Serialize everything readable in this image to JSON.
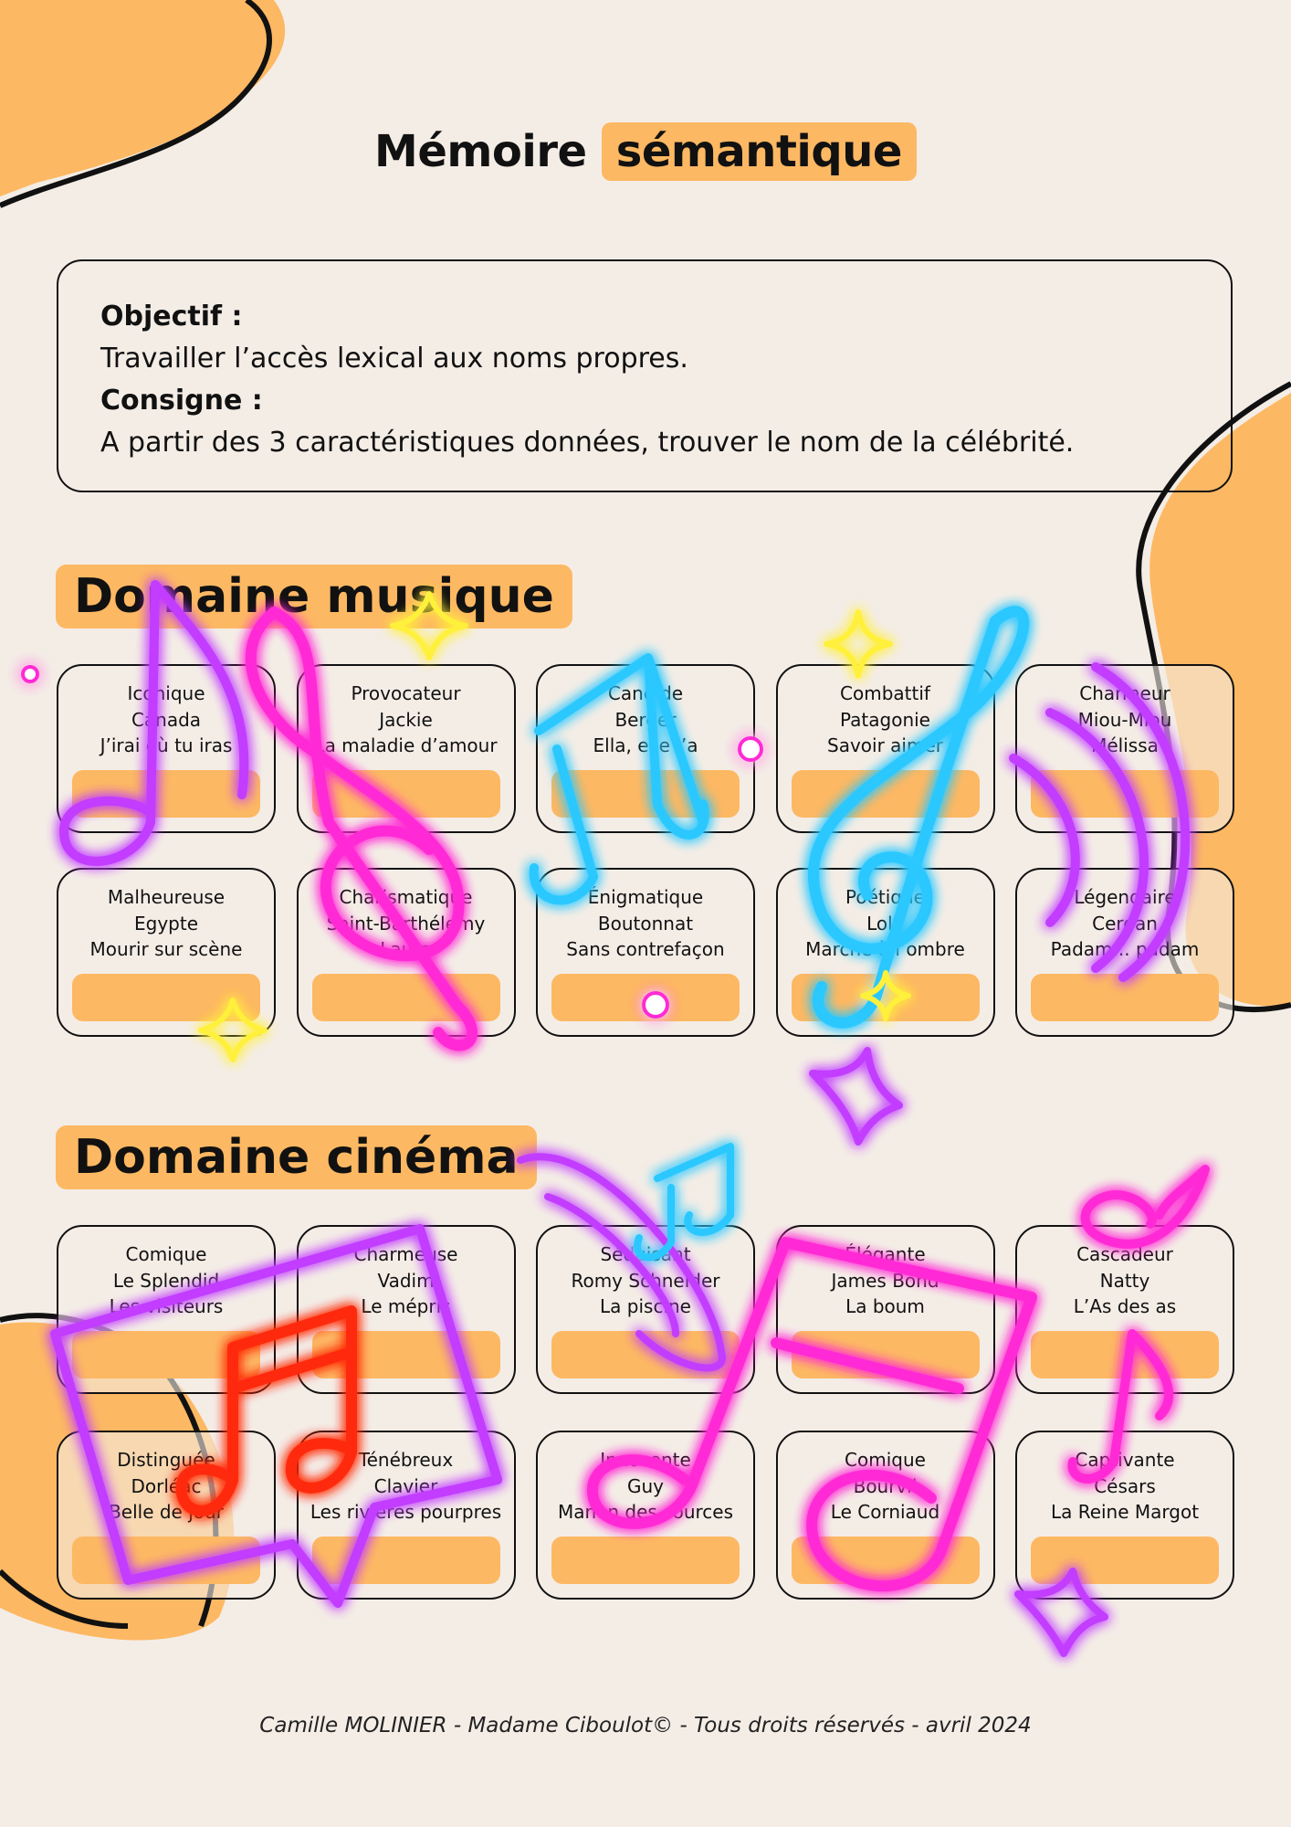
{
  "title": {
    "part1": "Mémoire",
    "part2": "sémantique"
  },
  "instructions": {
    "objective_label": "Objectif :",
    "objective_text": "Travailler l’accès lexical aux noms propres.",
    "instruction_label": "Consigne :",
    "instruction_text": "A partir des 3 caractéristiques données, trouver le nom de la célébrité."
  },
  "sections": [
    {
      "heading": "Domaine musique",
      "cards": [
        {
          "lines": [
            "Iconique",
            "Canada",
            "J’irai où tu iras"
          ]
        },
        {
          "lines": [
            "Provocateur",
            "Jackie",
            "La maladie d’amour"
          ]
        },
        {
          "lines": [
            "Candide",
            "Berger",
            "Ella, elle l’a"
          ]
        },
        {
          "lines": [
            "Combattif",
            "Patagonie",
            "Savoir aimer"
          ]
        },
        {
          "lines": [
            "Charmeur",
            "Miou-Miou",
            "Mélissa"
          ]
        },
        {
          "lines": [
            "Malheureuse",
            "Egypte",
            "Mourir sur scène"
          ]
        },
        {
          "lines": [
            "Charismatique",
            "Saint-Barthélemy",
            "Laura"
          ]
        },
        {
          "lines": [
            "Énigmatique",
            "Boutonnat",
            "Sans contrefaçon"
          ]
        },
        {
          "lines": [
            "Poétique",
            "Lola",
            "Marche à l’ombre"
          ]
        },
        {
          "lines": [
            "Légendaire",
            "Cerdan",
            "Padam... padam"
          ]
        }
      ]
    },
    {
      "heading": "Domaine cinéma",
      "cards": [
        {
          "lines": [
            "Comique",
            "Le Splendid",
            "Les visiteurs"
          ]
        },
        {
          "lines": [
            "Charmeuse",
            "Vadim",
            "Le mépris"
          ]
        },
        {
          "lines": [
            "Séduisant",
            "Romy Schneider",
            "La piscine"
          ]
        },
        {
          "lines": [
            "Élégante",
            "James Bond",
            "La boum"
          ]
        },
        {
          "lines": [
            "Cascadeur",
            "Natty",
            "L’As des as"
          ]
        },
        {
          "lines": [
            "Distinguée",
            "Dorléac",
            "Belle de jour"
          ]
        },
        {
          "lines": [
            "Ténébreux",
            "Clavier",
            "Les rivières pourpres"
          ]
        },
        {
          "lines": [
            "Innocente",
            "Guy",
            "Manon des sources"
          ]
        },
        {
          "lines": [
            "Comique",
            "Bourvil",
            "Le Corniaud"
          ]
        },
        {
          "lines": [
            "Captivante",
            "Césars",
            "La Reine Margot"
          ]
        }
      ]
    }
  ],
  "footer": "Camille MOLINIER - Madame Ciboulot© - Tous droits réservés - avril 2024",
  "colors": {
    "accent": "#fdb863",
    "background": "#f4ede6",
    "neon_pink": "#ff2bd6",
    "neon_purple": "#c23cff",
    "neon_cyan": "#29c8ff",
    "neon_yellow": "#fff03a",
    "neon_red": "#ff2a10"
  },
  "decorations": [
    "music-note-icon",
    "treble-clef-icon",
    "sparkle-icon",
    "vinyl-record-icon"
  ]
}
